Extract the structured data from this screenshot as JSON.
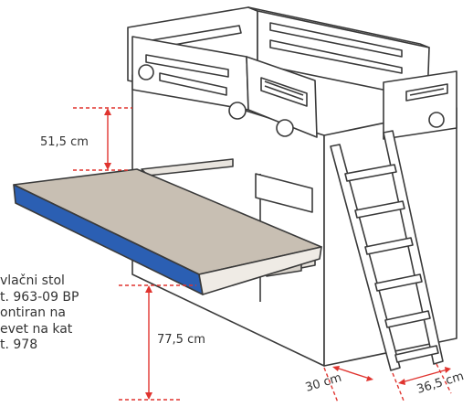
{
  "dimensions": {
    "desk_height": "77,5 cm",
    "clearance_above_desk": "51,5 cm",
    "ladder_depth": "30 cm",
    "ladder_width": "36,5 cm"
  },
  "note_lines": [
    "vlačni stol",
    "t. 963-09 BP",
    "ontiran na",
    "evet na kat",
    "t. 978"
  ],
  "colors": {
    "outline": "#3a3a3a",
    "desk_top": "#c8bfb3",
    "desk_edge_blue": "#2b5fb3",
    "dimension_red": "#e0342f",
    "furniture_fill": "#ffffff"
  }
}
